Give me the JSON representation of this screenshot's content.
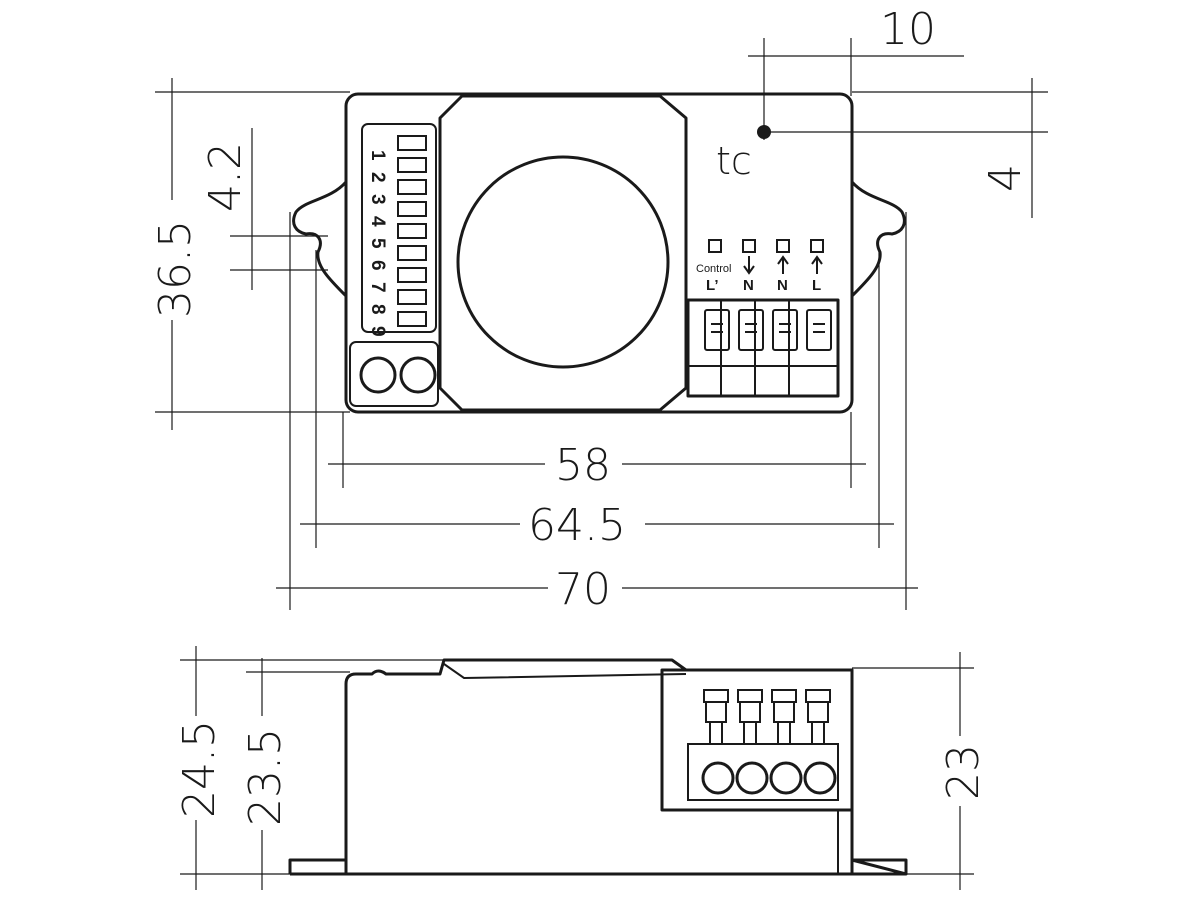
{
  "top_view": {
    "dims": {
      "height_overall": "36.5",
      "hole_offset": "4.2",
      "width_58": "58",
      "width_64_5": "64.5",
      "width_70": "70",
      "tc_offset_x": "10",
      "tc_offset_y": "4"
    },
    "tc_label": "tc",
    "dip_numbers": [
      "1",
      "2",
      "3",
      "4",
      "5",
      "6",
      "7",
      "8",
      "9"
    ],
    "control_label": "Control",
    "terminals": [
      "L’",
      "N",
      "N",
      "L"
    ]
  },
  "side_view": {
    "dims": {
      "height_24_5": "24.5",
      "height_23_5": "23.5",
      "height_23": "23"
    }
  }
}
